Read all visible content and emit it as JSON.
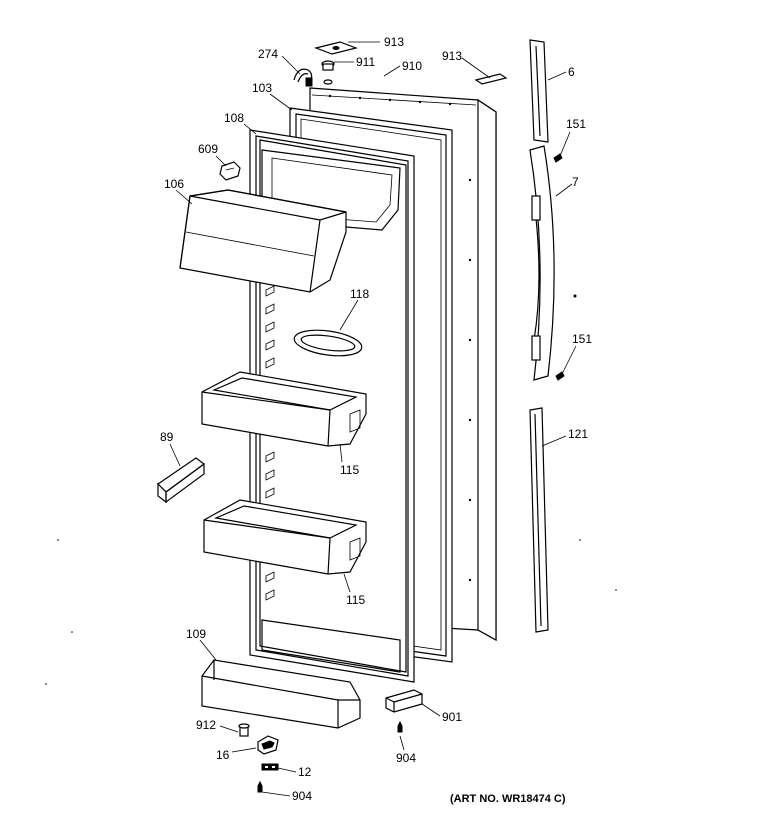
{
  "labels": {
    "l913a": "913",
    "l274": "274",
    "l911": "911",
    "l913b": "913",
    "l910": "910",
    "l6": "6",
    "l103": "103",
    "l108": "108",
    "l609": "609",
    "l106": "106",
    "l151a": "151",
    "l7": "7",
    "l118": "118",
    "l151b": "151",
    "l89": "89",
    "l115a": "115",
    "l121": "121",
    "l115b": "115",
    "l109": "109",
    "l901": "901",
    "l912": "912",
    "l16": "16",
    "l904a": "904",
    "l12": "12",
    "l904b": "904"
  },
  "art_number": "(ART NO. WR18474 C)"
}
